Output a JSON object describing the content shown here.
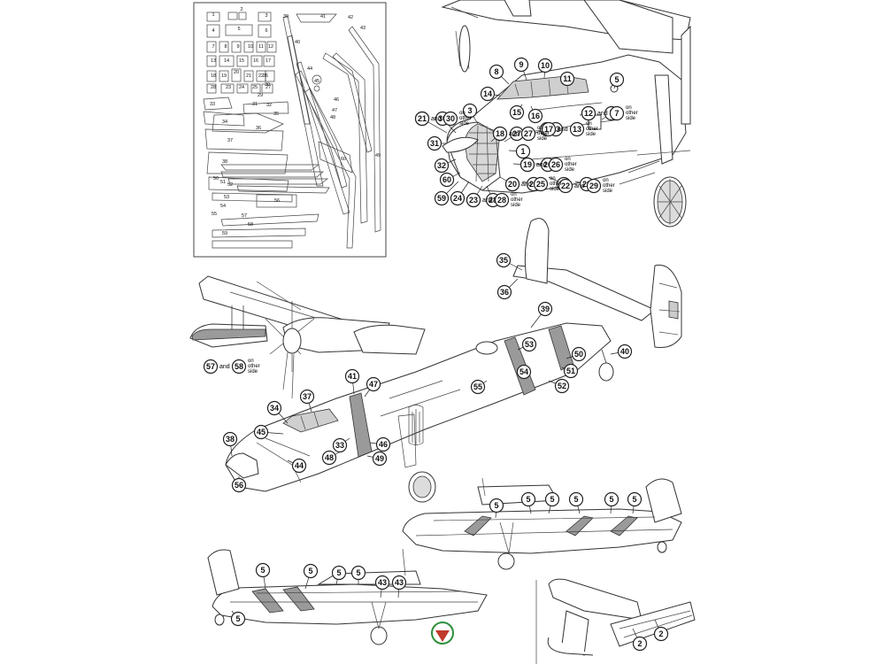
{
  "mask_sheet": {
    "numbers": [
      "1",
      "2",
      "3",
      "4",
      "5",
      "6",
      "7",
      "8",
      "9",
      "10",
      "11",
      "12",
      "13",
      "14",
      "15",
      "16",
      "17",
      "18",
      "19",
      "20",
      "21",
      "22",
      "23",
      "24",
      "25",
      "26",
      "27",
      "28",
      "29",
      "30",
      "31",
      "32",
      "33",
      "34",
      "35",
      "36",
      "37",
      "38",
      "39",
      "40",
      "41",
      "42",
      "43",
      "44",
      "45",
      "46",
      "47",
      "48",
      "49",
      "50",
      "51",
      "52",
      "53",
      "54",
      "55",
      "56",
      "57",
      "58",
      "59",
      "60"
    ]
  },
  "view_nose_closeup": {
    "callouts": [
      "1",
      "3",
      "5",
      "7",
      "8",
      "9",
      "10",
      "11",
      "12",
      "13",
      "14",
      "15",
      "16",
      "17",
      "18",
      "19",
      "20",
      "21",
      "22",
      "23",
      "24",
      "25",
      "26",
      "27",
      "28",
      "29",
      "30",
      "31",
      "32",
      "59",
      "60"
    ],
    "notes": {
      "n12_7": {
        "a": "12",
        "b": "7",
        "text": "on other side"
      },
      "n18_27": {
        "a": "18",
        "b": "27",
        "text": "on other side"
      },
      "n17_13": {
        "a": "17",
        "b": "13",
        "text": "on other side"
      },
      "n19_26": {
        "a": "19",
        "b": "26",
        "text": "on other side"
      },
      "n20_25": {
        "a": "20",
        "b": "25",
        "text": "on other side"
      },
      "n22_29": {
        "a": "22",
        "b": "29",
        "text": "on other side"
      },
      "n23_28": {
        "a": "23",
        "b": "28",
        "text": "on other side"
      },
      "n21_30": {
        "a": "21",
        "b": "30",
        "text": "on other side"
      }
    },
    "and": "and"
  },
  "view_main_perspective": {
    "callouts": [
      "33",
      "34",
      "35",
      "36",
      "37",
      "38",
      "39",
      "40",
      "41",
      "44",
      "45",
      "46",
      "47",
      "48",
      "49",
      "50",
      "51",
      "52",
      "53",
      "54",
      "55",
      "56"
    ],
    "note_57_58": {
      "a": "57",
      "b": "58",
      "text": "on other side"
    }
  },
  "view_side_right": {
    "callouts": [
      "5",
      "5",
      "5",
      "5",
      "5",
      "5"
    ]
  },
  "view_side_left": {
    "callouts": [
      "5",
      "5",
      "5",
      "5",
      "43",
      "43",
      "5"
    ]
  },
  "view_wing_detail": {
    "callouts": [
      "2",
      "2"
    ]
  }
}
